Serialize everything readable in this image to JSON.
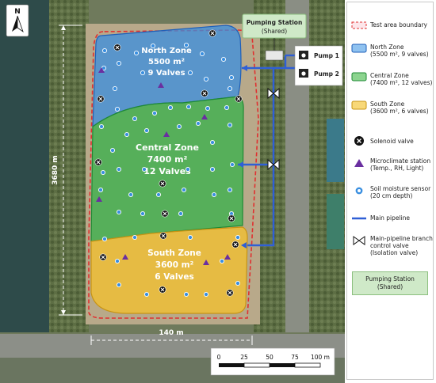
{
  "north_arrow": "N",
  "zones": [
    {
      "id": "north",
      "name": "North Zone",
      "area": "5500 m²",
      "valves": "9 Valves",
      "fill": "#3a8fe0",
      "stroke": "#1f5fb8"
    },
    {
      "id": "central",
      "name": "Central Zone",
      "area": "7400 m²",
      "valves": "12 Valves",
      "fill": "#36b24a",
      "stroke": "#1f8a34"
    },
    {
      "id": "south",
      "name": "South Zone",
      "area": "3600 m²",
      "valves": "6 Valves",
      "fill": "#f4c030",
      "stroke": "#c89414"
    }
  ],
  "pumping_station": {
    "line1": "Pumping Station",
    "line2": "(Shared)"
  },
  "pumps": [
    {
      "label": "Pump 1"
    },
    {
      "label": "Pump 2"
    }
  ],
  "dimensions": {
    "height_label": "3680 m",
    "width_label": "140 m"
  },
  "scale_bar": {
    "ticks": [
      "0",
      "25",
      "50",
      "75",
      "100 m"
    ]
  },
  "legend": {
    "items": [
      {
        "key": "boundary",
        "line1": "Test area boundary",
        "line2": ""
      },
      {
        "key": "north",
        "line1": "North Zone",
        "line2": "(5500 m², 9 valves)"
      },
      {
        "key": "central",
        "line1": "Central Zone",
        "line2": "(7400 m², 12 valves)"
      },
      {
        "key": "south",
        "line1": "South Zone",
        "line2": "(3600 m², 6 valves)"
      },
      {
        "key": "solenoid",
        "line1": "Solenoid valve",
        "line2": ""
      },
      {
        "key": "microclimate",
        "line1": "Microclimate station",
        "line2": "(Temp., RH, Light)"
      },
      {
        "key": "moisture",
        "line1": "Soil moisture sensor",
        "line2": "(20 cm depth)"
      },
      {
        "key": "pipeline",
        "line1": "Main pipeline",
        "line2": ""
      },
      {
        "key": "branch",
        "line1": "Main-pipeline branch",
        "line2": "control valve",
        "line3": "(Isolation valve)"
      }
    ],
    "pumping_station": {
      "line1": "Pumping Station",
      "line2": "(Shared)"
    }
  },
  "colors": {
    "boundary": "#e03030",
    "pipeline": "#2f5fd6",
    "microclimate": "#6a2fa0",
    "moisture_fill": "#ffffff",
    "moisture_ring": "#3a8fe0",
    "legend_station_fill": "#cfe9c8"
  }
}
